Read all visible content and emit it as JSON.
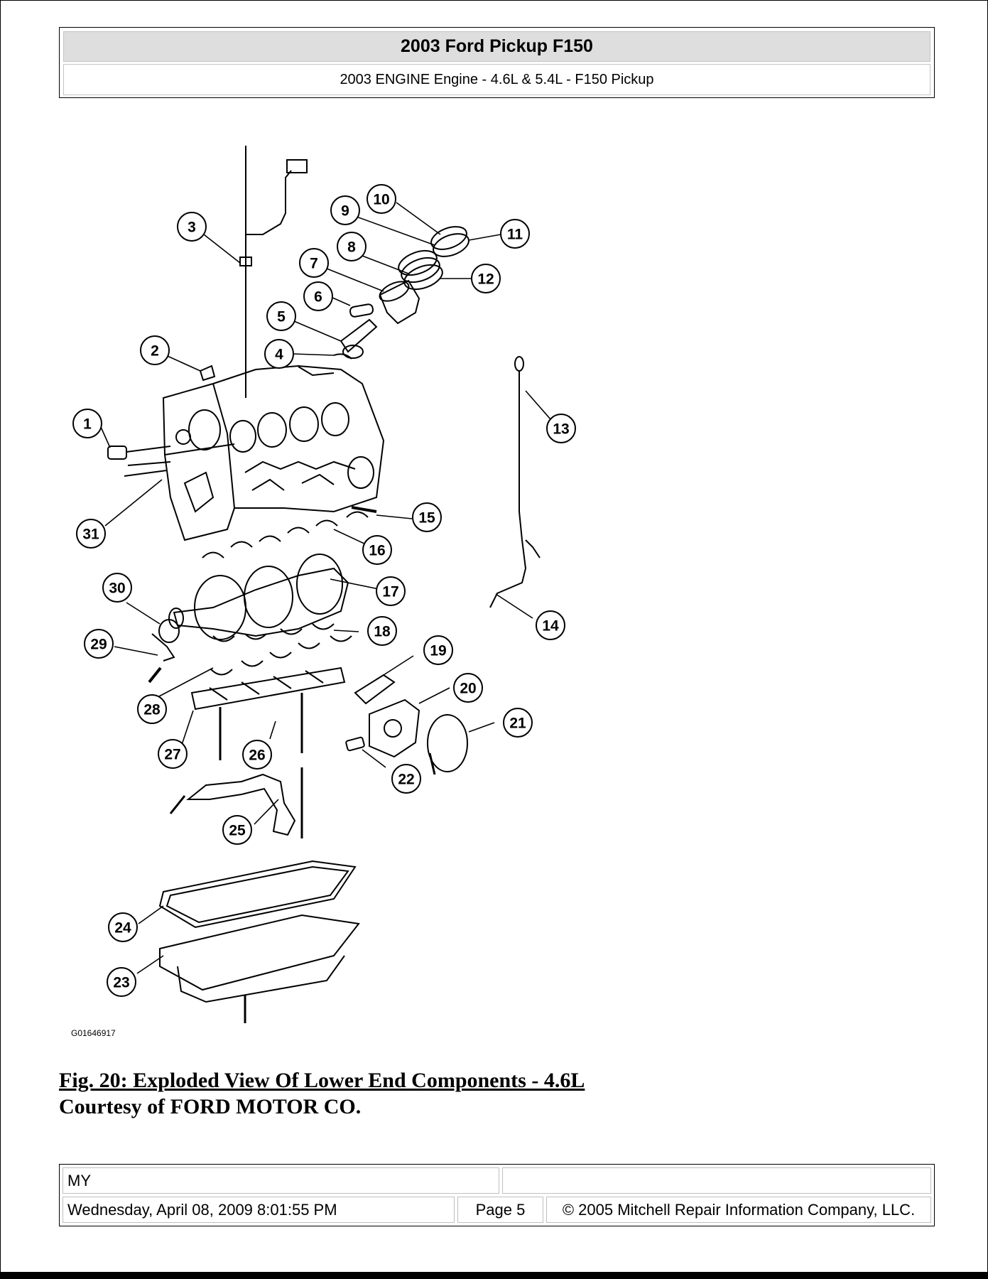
{
  "header": {
    "title": "2003 Ford Pickup F150",
    "subtitle": "2003 ENGINE Engine - 4.6L & 5.4L - F150 Pickup"
  },
  "figure": {
    "drawing_id": "G01646917",
    "callouts": [
      "1",
      "2",
      "3",
      "4",
      "5",
      "6",
      "7",
      "8",
      "9",
      "10",
      "11",
      "12",
      "13",
      "14",
      "15",
      "16",
      "17",
      "18",
      "19",
      "20",
      "21",
      "22",
      "23",
      "24",
      "25",
      "26",
      "27",
      "28",
      "29",
      "30",
      "31"
    ]
  },
  "caption": {
    "title": "Fig. 20: Exploded View Of Lower End Components - 4.6L",
    "credit": "Courtesy of FORD MOTOR CO."
  },
  "footer": {
    "left_top": "MY",
    "right_top": "",
    "date": "Wednesday, April 08, 2009 8:01:55 PM",
    "page": "Page 5",
    "copyright": "© 2005 Mitchell Repair Information Company, LLC."
  }
}
